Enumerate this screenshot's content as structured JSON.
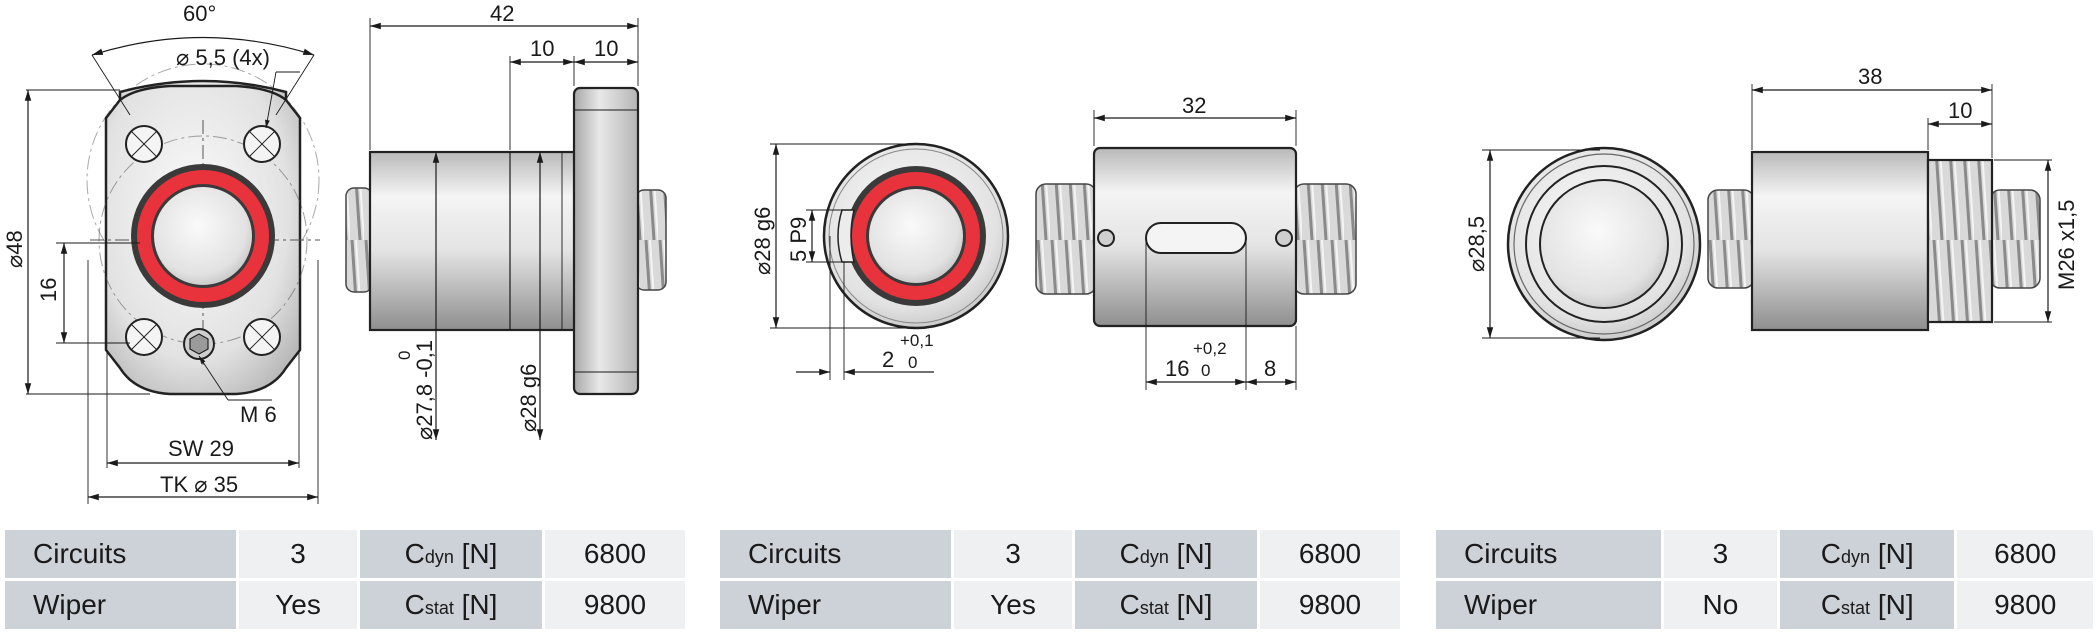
{
  "panels": [
    {
      "labels": {
        "angle": "60°",
        "holes": "5,5 (4x)",
        "outer_dia": "48",
        "height_16": "16",
        "thread": "M 6",
        "sw": "SW 29",
        "tk": "TK",
        "tk_value": "35",
        "length_total": "42",
        "flange_offset": "10",
        "flange_width": "10",
        "tol_zero": "0",
        "dia_278": "27,8 -0,1",
        "dia_28g6": "28 g6"
      },
      "table": {
        "circuits_label": "Circuits",
        "circuits_value": "3",
        "wiper_label": "Wiper",
        "wiper_value": "Yes",
        "cdyn_letter": "C",
        "cdyn_sub": "dyn",
        "cdyn_unit": "[N]",
        "cdyn_value": "6800",
        "cstat_letter": "C",
        "cstat_sub": "stat",
        "cstat_unit": "[N]",
        "cstat_value": "9800"
      }
    },
    {
      "labels": {
        "dia_28g6": "28 g6",
        "key_5p9": "5 P9",
        "depth_2": "2",
        "tol_plus01": "+0,1",
        "tol_zero_a": "0",
        "length_32": "32",
        "slot_16": "16",
        "tol_plus02": "+0,2",
        "tol_zero_b": "0",
        "edge_8": "8"
      },
      "table": {
        "circuits_label": "Circuits",
        "circuits_value": "3",
        "wiper_label": "Wiper",
        "wiper_value": "Yes",
        "cdyn_letter": "C",
        "cdyn_sub": "dyn",
        "cdyn_unit": "[N]",
        "cdyn_value": "6800",
        "cstat_letter": "C",
        "cstat_sub": "stat",
        "cstat_unit": "[N]",
        "cstat_value": "9800"
      }
    },
    {
      "labels": {
        "dia_285": "28,5",
        "length_38": "38",
        "thread_10": "10",
        "thread_m26": "M26 x1,5"
      },
      "table": {
        "circuits_label": "Circuits",
        "circuits_value": "3",
        "wiper_label": "Wiper",
        "wiper_value": "No",
        "cdyn_letter": "C",
        "cdyn_sub": "dyn",
        "cdyn_unit": "[N]",
        "cdyn_value": "6800",
        "cstat_letter": "C",
        "cstat_sub": "stat",
        "cstat_unit": "[N]",
        "cstat_value": "9800"
      }
    }
  ],
  "symbols": {
    "diameter": "⌀"
  },
  "colors": {
    "seal_red": "#e8323c",
    "metal_light": "#f2f2f2",
    "metal_mid": "#d4d4d4",
    "metal_dark": "#9a9a9a",
    "table_label_bg": "#cdd1d8",
    "table_value_bg": "#eff0f2"
  }
}
